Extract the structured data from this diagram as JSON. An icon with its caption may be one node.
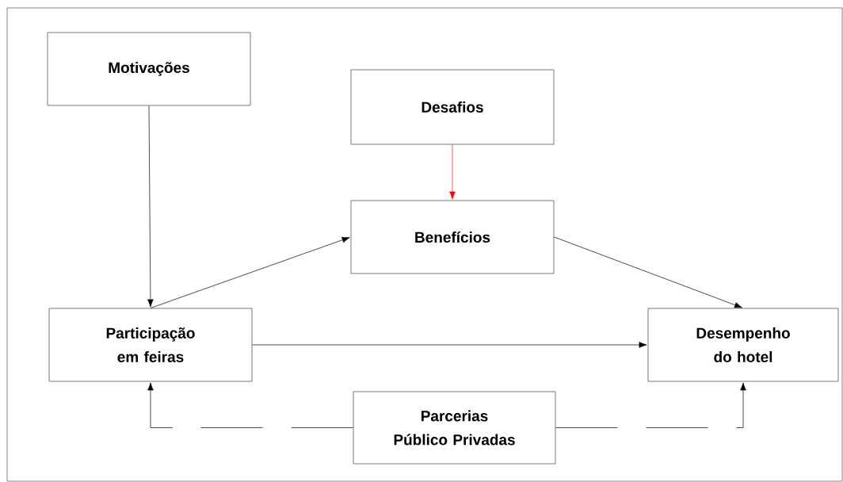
{
  "diagram": {
    "nodes": [
      {
        "text": [
          "Motivações"
        ]
      },
      {
        "text": [
          "Desafios"
        ]
      },
      {
        "text": [
          "Benefícios"
        ]
      },
      {
        "text": [
          "Participação em feiras"
        ]
      },
      {
        "text": [
          "Desempenho do hotel"
        ]
      },
      {
        "text": [
          "Parcerias Público Privadas"
        ]
      }
    ],
    "edges": [
      {
        "from": 0,
        "to": 3,
        "arrow": "to"
      },
      {
        "from": 1,
        "to": 2,
        "arrow": "to",
        "color": "#ff0000"
      },
      {
        "from": 3,
        "to": 2,
        "arrow": "to"
      },
      {
        "from": 2,
        "to": 4,
        "arrow": "to"
      },
      {
        "from": 3,
        "to": 4,
        "arrow": "to"
      },
      {
        "from": 5,
        "to": 3,
        "arrow": "to",
        "style": "dashed"
      },
      {
        "from": 5,
        "to": 4,
        "arrow": "to",
        "style": "dashed"
      }
    ]
  }
}
